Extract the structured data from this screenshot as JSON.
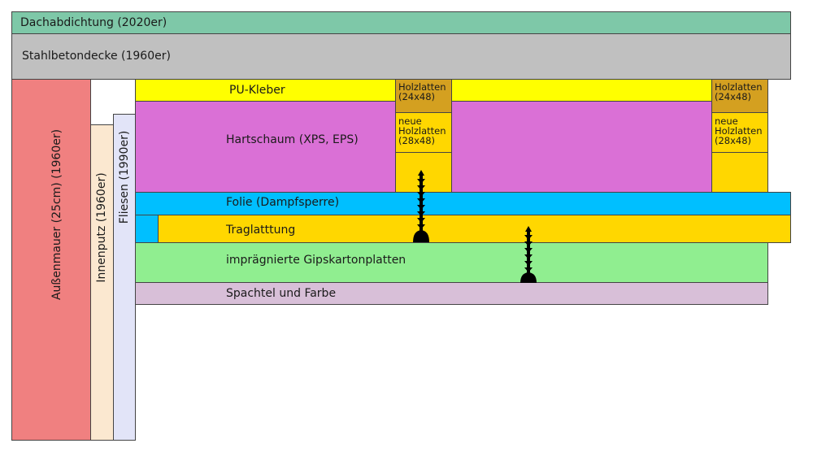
{
  "layers": {
    "dachabdichtung": {
      "label": "Dachabdichtung (2020er)",
      "color": "#7ec8a8"
    },
    "stahlbetondecke": {
      "label": "Stahlbetondecke (1960er)",
      "color": "#c0c0c0"
    },
    "aussenmauer": {
      "label": "Außenmauer (25cm) (1960er)",
      "color": "#f08080"
    },
    "innenputz": {
      "label": "Innenputz (1960er)",
      "color": "#fbe8d0"
    },
    "fliesen": {
      "label": "Fliesen (1990er)",
      "color": "#e2e4f8"
    },
    "pu_kleber": {
      "label": "PU-Kleber",
      "color": "#ffff00"
    },
    "holzlatten_alt": {
      "label": "Holzlatten\n(24x48)",
      "color": "#d4a020"
    },
    "holzlatten_neu": {
      "label": "neue\nHolzlatten\n(28x48)",
      "color": "#ffd700"
    },
    "hartschaum": {
      "label": "Hartschaum (XPS, EPS)",
      "color": "#da70d6"
    },
    "folie": {
      "label": "Folie (Dampfsperre)",
      "color": "#00bfff"
    },
    "traglattung": {
      "label": "Traglatttung",
      "color": "#ffd700"
    },
    "gipskarton": {
      "label": "imprägnierte Gipskartonplatten",
      "color": "#90ee90"
    },
    "spachtel": {
      "label": "Spachtel und Farbe",
      "color": "#d8bfd8"
    }
  },
  "screw_color": "#000000"
}
